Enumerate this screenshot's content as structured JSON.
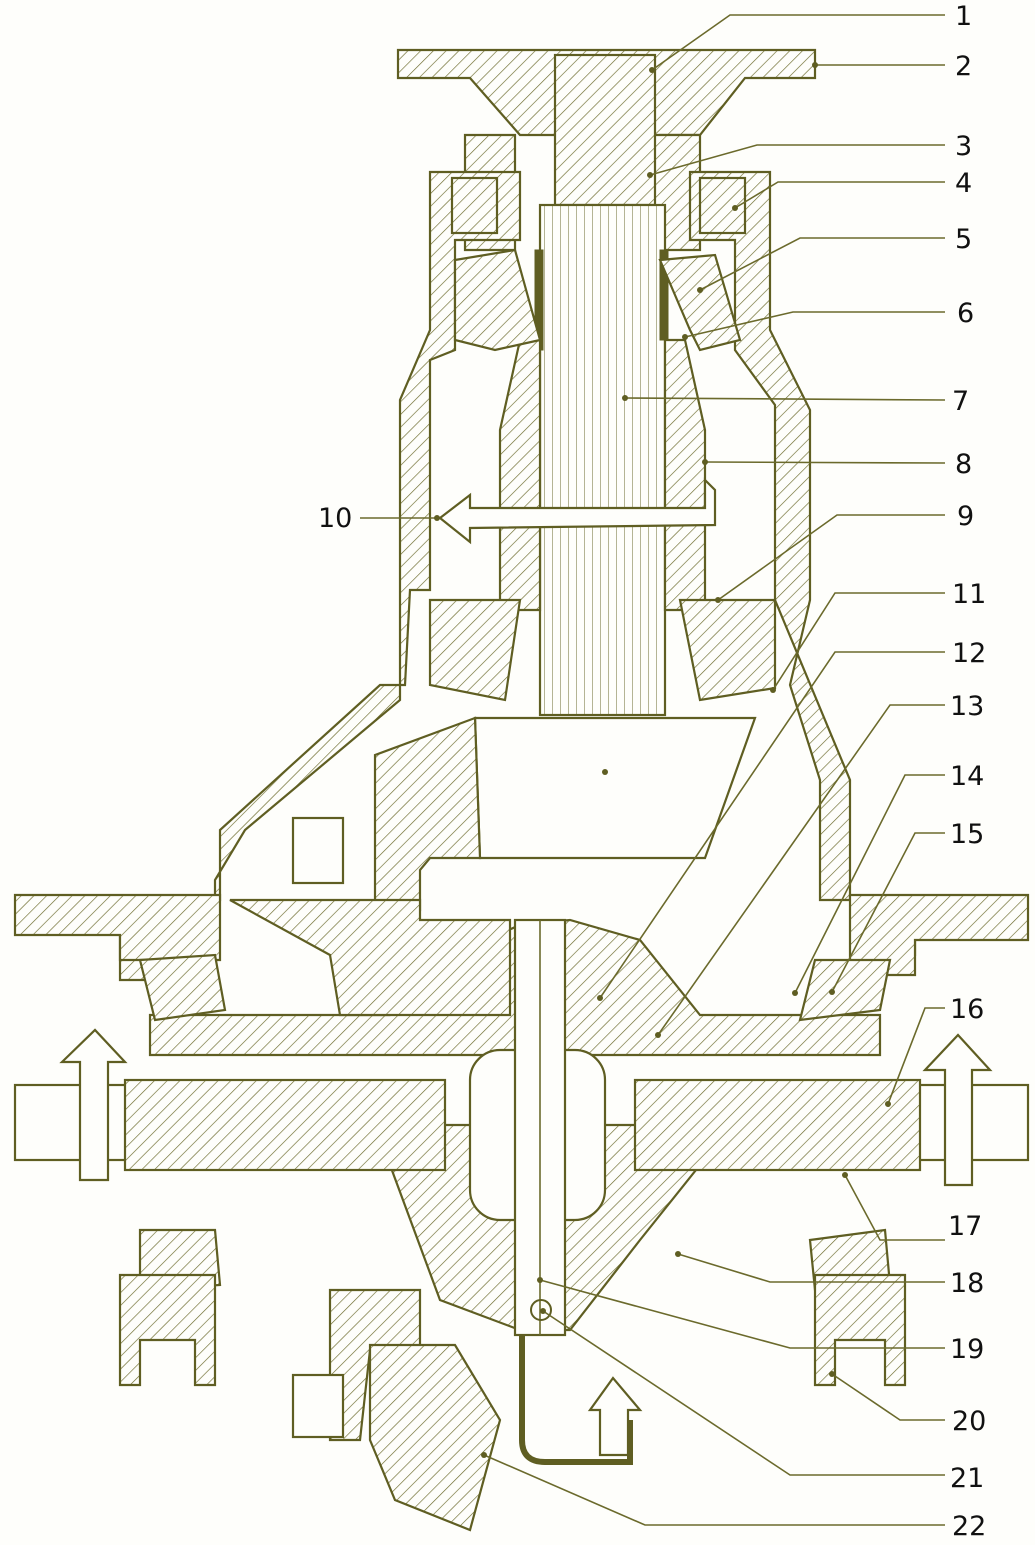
{
  "diagram": {
    "type": "cross-section drawing of a differential / final drive assembly",
    "line_color": "#5f5e22",
    "callouts": [
      {
        "number": "1"
      },
      {
        "number": "2"
      },
      {
        "number": "3"
      },
      {
        "number": "4"
      },
      {
        "number": "5"
      },
      {
        "number": "6"
      },
      {
        "number": "7"
      },
      {
        "number": "8"
      },
      {
        "number": "9"
      },
      {
        "number": "10"
      },
      {
        "number": "11"
      },
      {
        "number": "12"
      },
      {
        "number": "13"
      },
      {
        "number": "14"
      },
      {
        "number": "15"
      },
      {
        "number": "16"
      },
      {
        "number": "17"
      },
      {
        "number": "18"
      },
      {
        "number": "19"
      },
      {
        "number": "20"
      },
      {
        "number": "21"
      },
      {
        "number": "22"
      }
    ]
  }
}
